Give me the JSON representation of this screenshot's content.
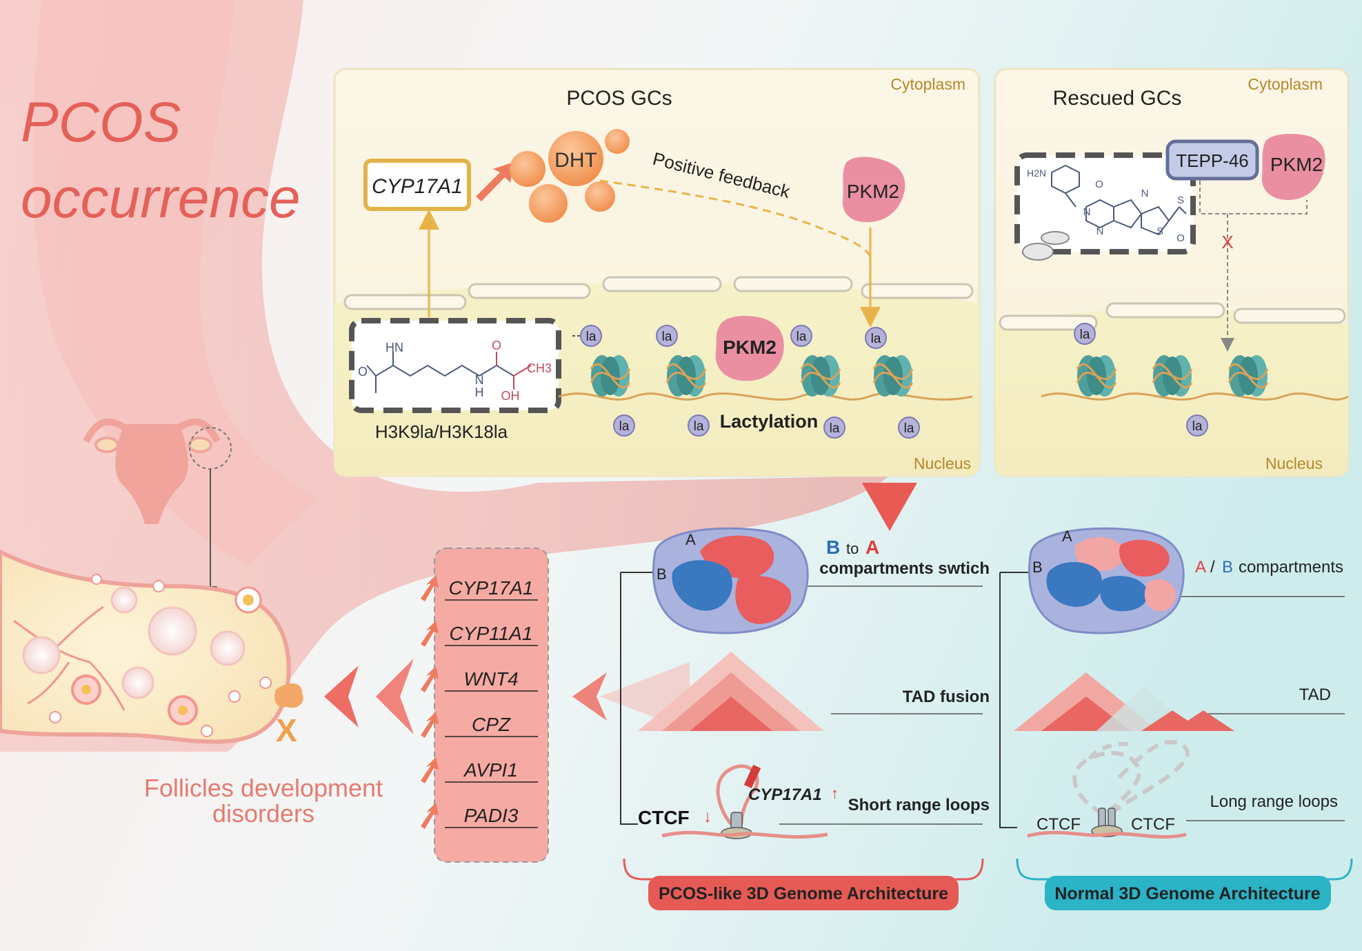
{
  "title": {
    "line1": "PCOS",
    "line2": "occurrence"
  },
  "pcos_panel": {
    "title": "PCOS GCs",
    "cytoplasm": "Cytoplasm",
    "nucleus": "Nucleus",
    "gene_box": "CYP17A1",
    "dht": "DHT",
    "feedback": "Positive feedback",
    "pkm2_cyto": "PKM2",
    "pkm2_nuc": "PKM2",
    "marks": "H3K9la/H3K18la",
    "lactylation": "Lactylation",
    "la": "la",
    "ch3": "CH3",
    "hn": "HN",
    "nh": "N",
    "h": "H",
    "o": "O",
    "oh": "OH"
  },
  "rescued_panel": {
    "title": "Rescued GCs",
    "cytoplasm": "Cytoplasm",
    "nucleus": "Nucleus",
    "tepp": "TEPP-46",
    "pkm2": "PKM2",
    "la": "la",
    "x": "X",
    "h2n": "H2N",
    "n": "N",
    "o": "O",
    "s": "S"
  },
  "genes": [
    "CYP17A1",
    "CYP11A1",
    "WNT4",
    "CPZ",
    "AVPI1",
    "PADI3"
  ],
  "follicles": {
    "label1": "Follicles development",
    "label2": "disorders",
    "x": "X"
  },
  "pcos_genome": {
    "a": "A",
    "b": "B",
    "switch_b": "B",
    "switch_to": "to",
    "switch_a": "A",
    "switch_line2": "compartments swtich",
    "tad": "TAD fusion",
    "ctcf": "CTCF",
    "ctcf_arrow": "↓",
    "loop_gene": "CYP17A1",
    "loop_arrow": "↑",
    "loops": "Short range loops",
    "banner": "PCOS-like 3D Genome Architecture"
  },
  "normal_genome": {
    "a": "A",
    "b": "B",
    "comp_a": "A",
    "comp_slash": "/",
    "comp_b": "B",
    "comp_text": "compartments",
    "tad": "TAD",
    "ctcf1": "CTCF",
    "ctcf2": "CTCF",
    "loops": "Long range loops",
    "banner": "Normal 3D Genome Architecture"
  },
  "colors": {
    "pcos_red": "#e65a55",
    "normal_teal": "#2bb3c6",
    "label_gold": "#b8862b",
    "nucleosome": "#4e9e9a",
    "la_purple": "#9c98c9",
    "pkm2_pink": "#ea8fa2"
  }
}
